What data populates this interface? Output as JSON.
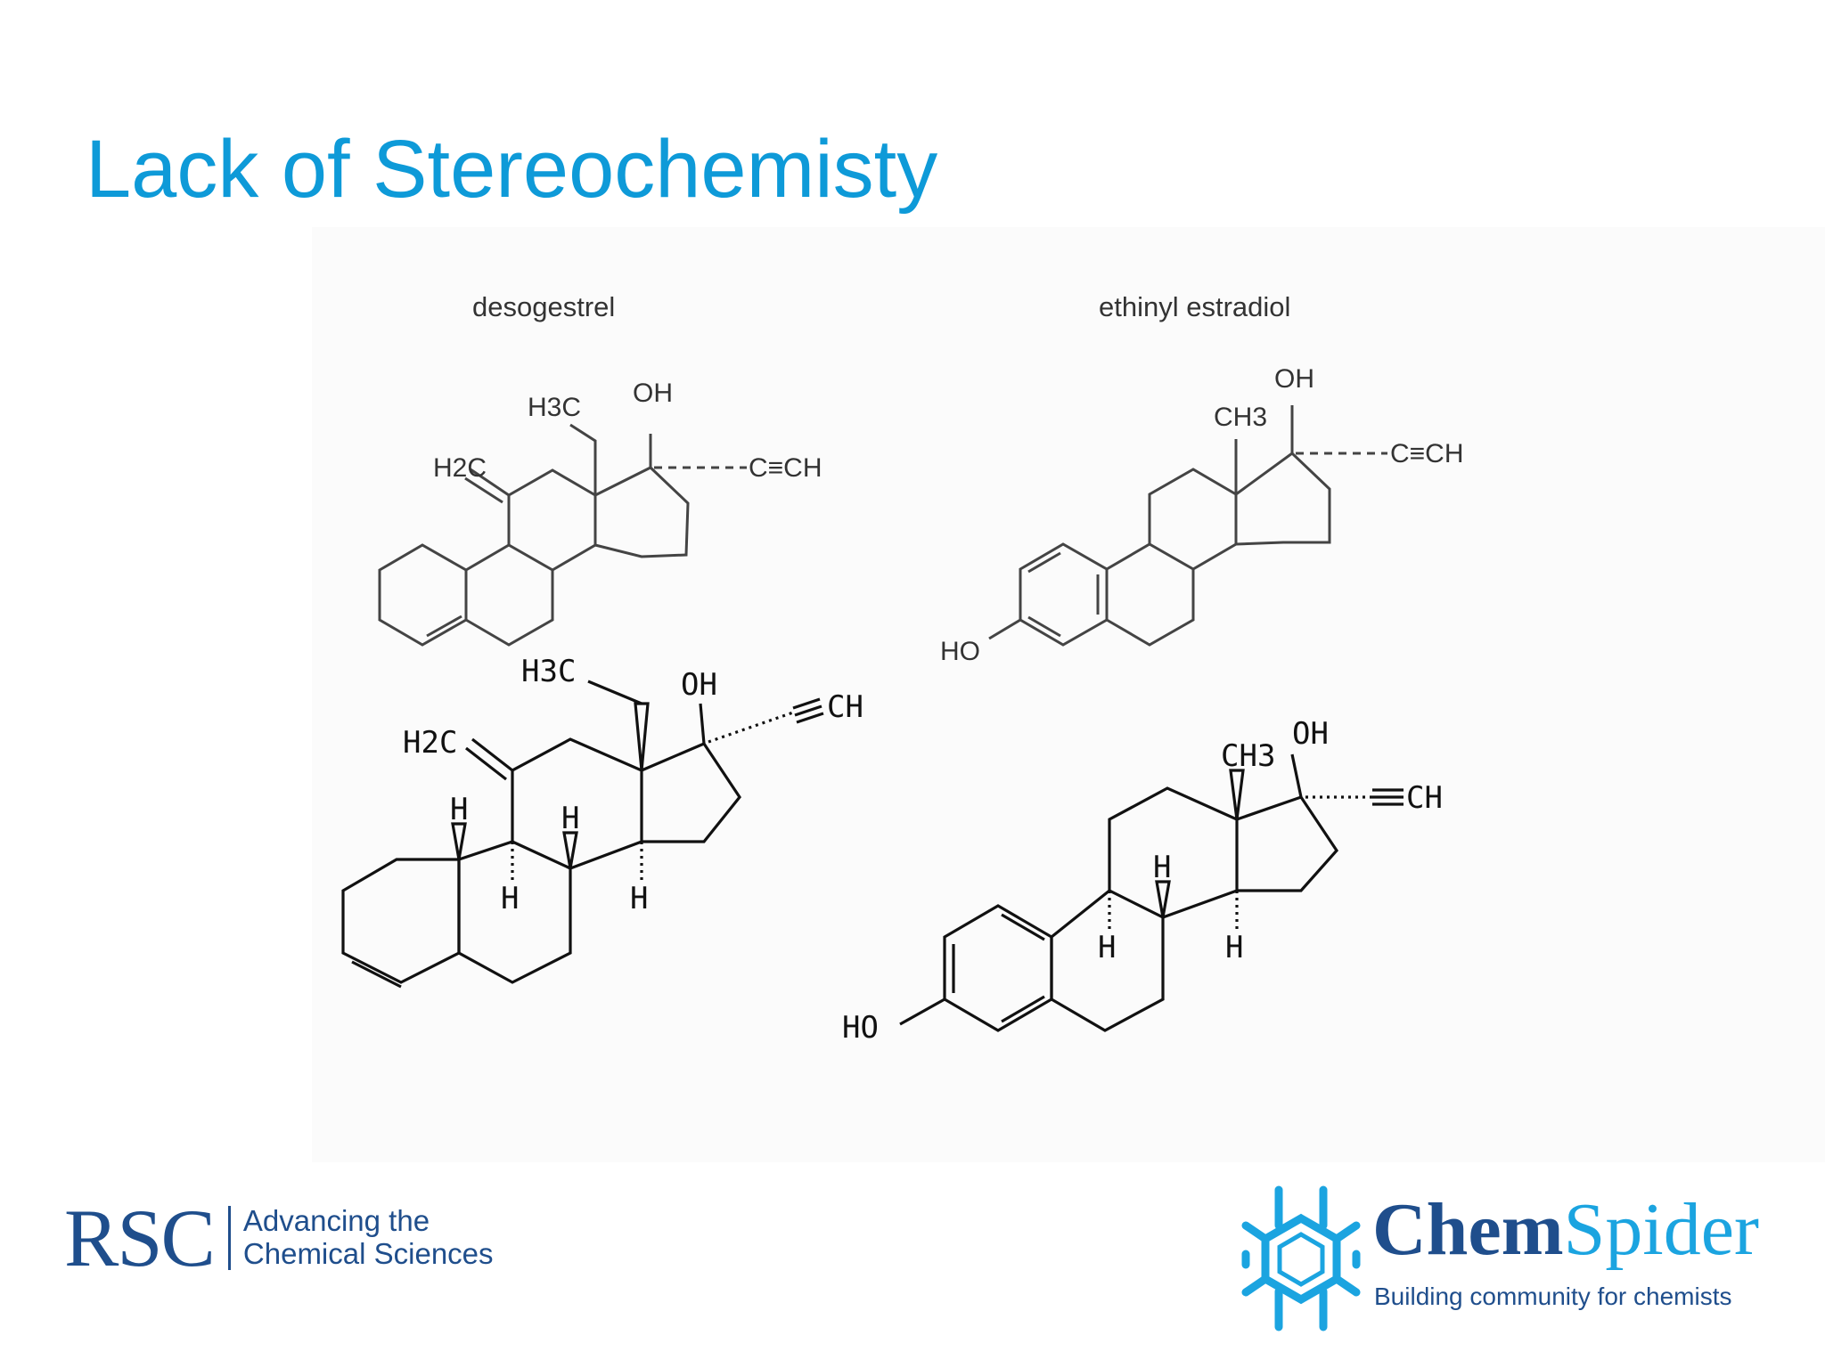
{
  "slide": {
    "title": "Lack of Stereochemisty"
  },
  "figure": {
    "top_left": {
      "caption": "desogestrel",
      "labels": {
        "ethyl": "H3C",
        "methylene": "H2C",
        "hydroxyl": "OH",
        "alkyne": "C≡CH"
      }
    },
    "top_right": {
      "caption": "ethinyl estradiol",
      "labels": {
        "methyl": "CH3",
        "hydroxyl": "OH",
        "alkyne": "C≡CH",
        "phenol": "HO"
      }
    },
    "bottom_left": {
      "labels": {
        "ethyl": "H3C",
        "methylene": "H2C",
        "hydroxyl": "OH",
        "alkyne": "CH",
        "hydrogen": "H"
      }
    },
    "bottom_right": {
      "labels": {
        "methyl": "CH3",
        "hydroxyl": "OH",
        "alkyne": "CH",
        "phenol": "HO",
        "hydrogen": "H"
      }
    }
  },
  "footer": {
    "rsc": {
      "mark": "RSC",
      "tagline_line1": "Advancing the",
      "tagline_line2": "Chemical Sciences"
    },
    "chemspider": {
      "name_part1": "Chem",
      "name_part2": "Spider",
      "tagline": "Building community for chemists"
    }
  },
  "colors": {
    "title": "#0e9ad8",
    "rsc_blue": "#1f4e8c",
    "chemspider_light": "#1ba4e0"
  }
}
